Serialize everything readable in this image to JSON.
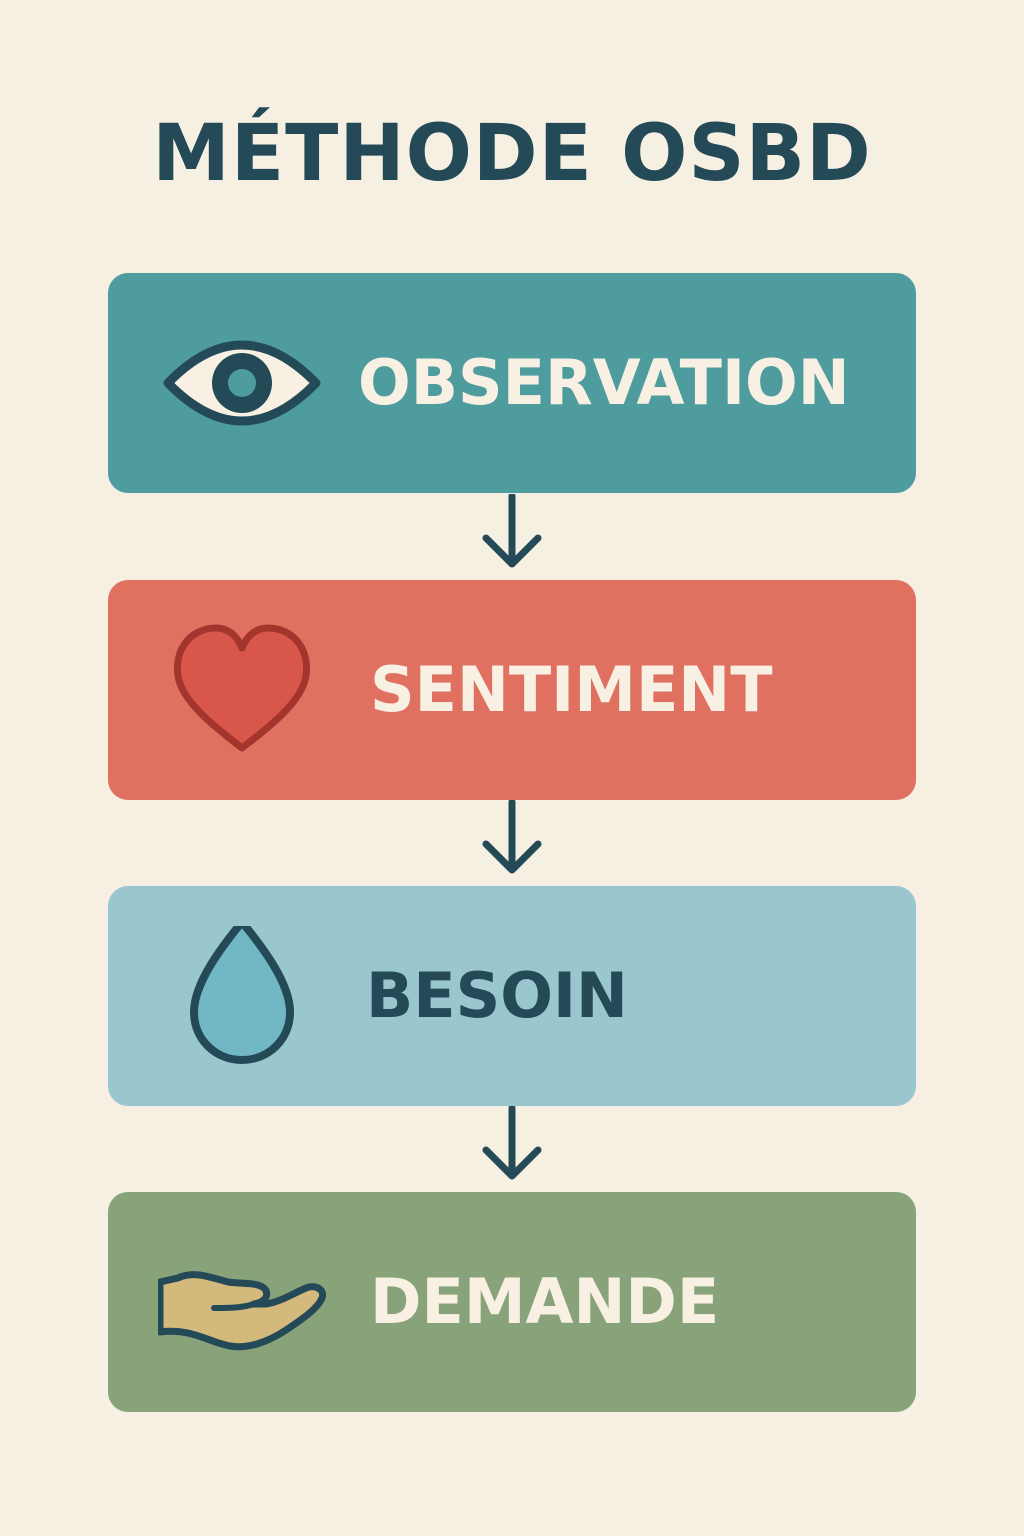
{
  "title": "MÉTHODE OSBD",
  "colors": {
    "background": "#f6f0e3",
    "dark": "#244a57",
    "cream_text": "#f8f1e3",
    "observation": "#4f9c9f",
    "sentiment": "#e07161",
    "besoin": "#9ac6cd",
    "demande": "#88a27a"
  },
  "steps": [
    {
      "label": "OBSERVATION",
      "icon": "eye-icon"
    },
    {
      "label": "SENTIMENT",
      "icon": "heart-icon"
    },
    {
      "label": "BESOIN",
      "icon": "water-drop-icon"
    },
    {
      "label": "DEMANDE",
      "icon": "open-hand-icon"
    }
  ],
  "connectors": [
    "arrow-down-icon",
    "arrow-down-icon",
    "arrow-down-icon"
  ]
}
